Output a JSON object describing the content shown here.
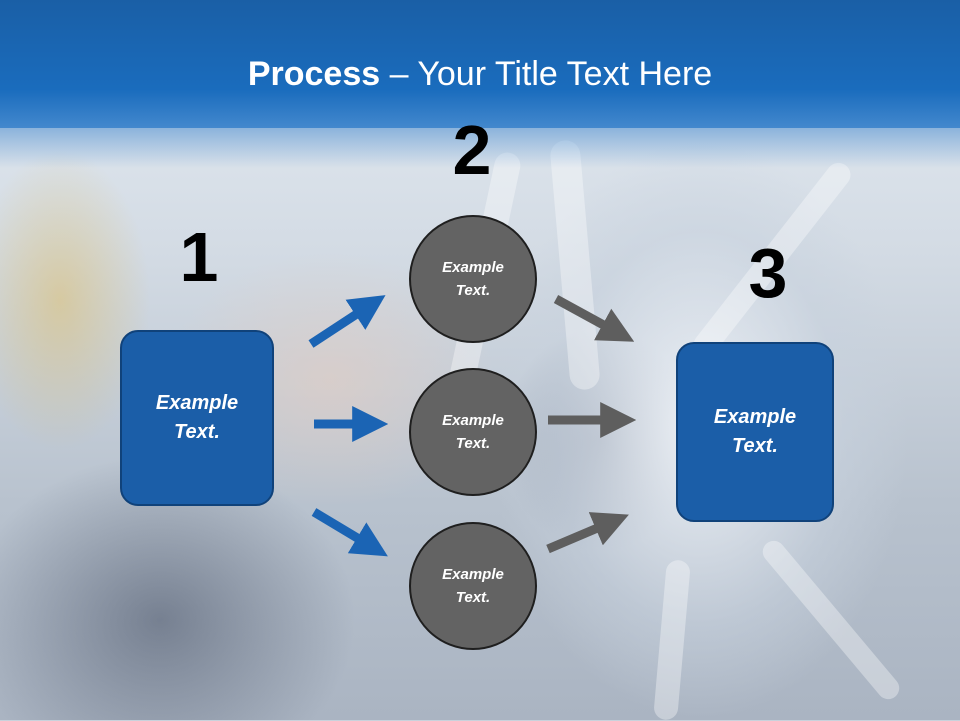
{
  "title": {
    "bold": "Process",
    "rest": " – Your Title Text Here"
  },
  "steps": {
    "one": "1",
    "two": "2",
    "three": "3"
  },
  "left_box": {
    "text": "Example\nText."
  },
  "circles": [
    {
      "text": "Example\nText."
    },
    {
      "text": "Example\nText."
    },
    {
      "text": "Example\nText."
    }
  ],
  "right_box": {
    "text": "Example\nText."
  },
  "colors": {
    "header": "#1a6cbd",
    "box": "#1b5ea8",
    "circle": "#636363",
    "blue_arrow": "#1b64b4",
    "gray_arrow": "#5e5e5e"
  }
}
